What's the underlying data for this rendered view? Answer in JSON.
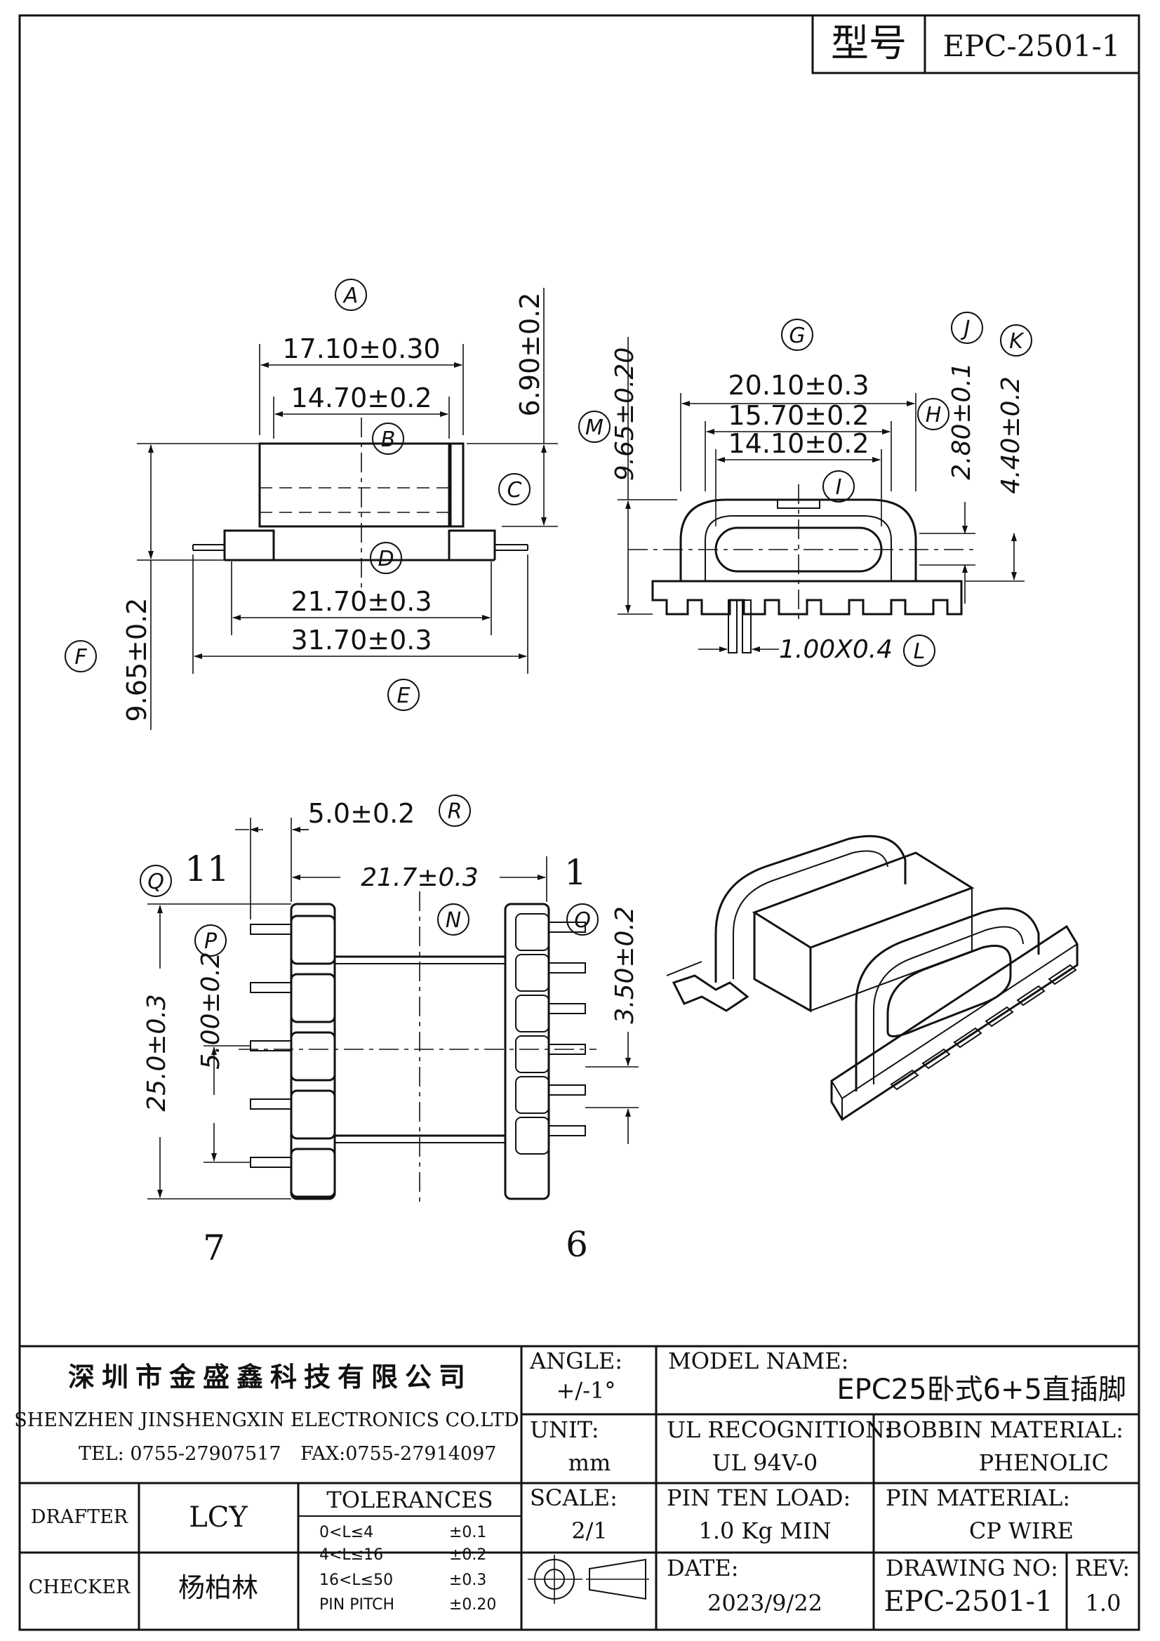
{
  "header": {
    "type_label": "型号",
    "model": "EPC-2501-1"
  },
  "view_front": {
    "callouts": [
      "A",
      "B",
      "C",
      "D",
      "E",
      "F"
    ],
    "dims": {
      "A": "17.10±0.30",
      "B": "14.70±0.2",
      "C": "6.90±0.2",
      "D": "21.70±0.3",
      "E": "31.70±0.3",
      "F": "9.65±0.2"
    }
  },
  "view_side": {
    "callouts": [
      "G",
      "H",
      "I",
      "J",
      "K",
      "L",
      "M"
    ],
    "dims": {
      "G": "20.10±0.3",
      "H": "15.70±0.2",
      "I": "14.10±0.2",
      "J": "2.80±0.1",
      "K": "4.40±0.2",
      "L": "1.00X0.4",
      "M": "9.65±0.20"
    }
  },
  "view_bottom": {
    "callouts": [
      "N",
      "O",
      "P",
      "Q",
      "R"
    ],
    "dims": {
      "R": "5.0±0.2",
      "N": "21.7±0.3",
      "O": "3.50±0.2",
      "P": "5.00±0.2",
      "Q": "25.0±0.3"
    },
    "pin_labels": {
      "top_left": "11",
      "top_right": "1",
      "bottom_left": "7",
      "bottom_right": "6"
    }
  },
  "title_block": {
    "company_cn": "深圳市金盛鑫科技有限公司",
    "company_en": "SHENZHEN JINSHENGXIN ELECTRONICS CO.LTD",
    "tel": "TEL: 0755-27907517",
    "fax": "FAX:0755-27914097",
    "angle_label": "ANGLE:",
    "angle_value": "+/-1°",
    "model_name_label": "MODEL NAME:",
    "model_name_value": "EPC25卧式6+5直插脚",
    "unit_label": "UNIT:",
    "unit_value": "mm",
    "ul_label": "UL RECOGNITION:",
    "ul_value": "UL 94V-0",
    "bobbin_label": "BOBBIN MATERIAL:",
    "bobbin_value": "PHENOLIC",
    "drafter_label": "DRAFTER",
    "drafter_value": "LCY",
    "tolerances_label": "TOLERANCES",
    "tolerances": [
      {
        "range": "0<L≤4",
        "value": "±0.1"
      },
      {
        "range": "4<L≤16",
        "value": "±0.2"
      },
      {
        "range": "16<L≤50",
        "value": "±0.3"
      },
      {
        "range": "PIN PITCH",
        "value": "±0.20"
      }
    ],
    "scale_label": "SCALE:",
    "scale_value": "2/1",
    "pin_ten_label": "PIN TEN LOAD:",
    "pin_ten_value": "1.0 Kg MIN",
    "pin_mat_label": "PIN MATERIAL:",
    "pin_mat_value": "CP WIRE",
    "checker_label": "CHECKER",
    "checker_value": "杨柏林",
    "date_label": "DATE:",
    "date_value": "2023/9/22",
    "drawing_no_label": "DRAWING NO:",
    "drawing_no_value": "EPC-2501-1",
    "rev_label": "REV:",
    "rev_value": "1.0"
  }
}
